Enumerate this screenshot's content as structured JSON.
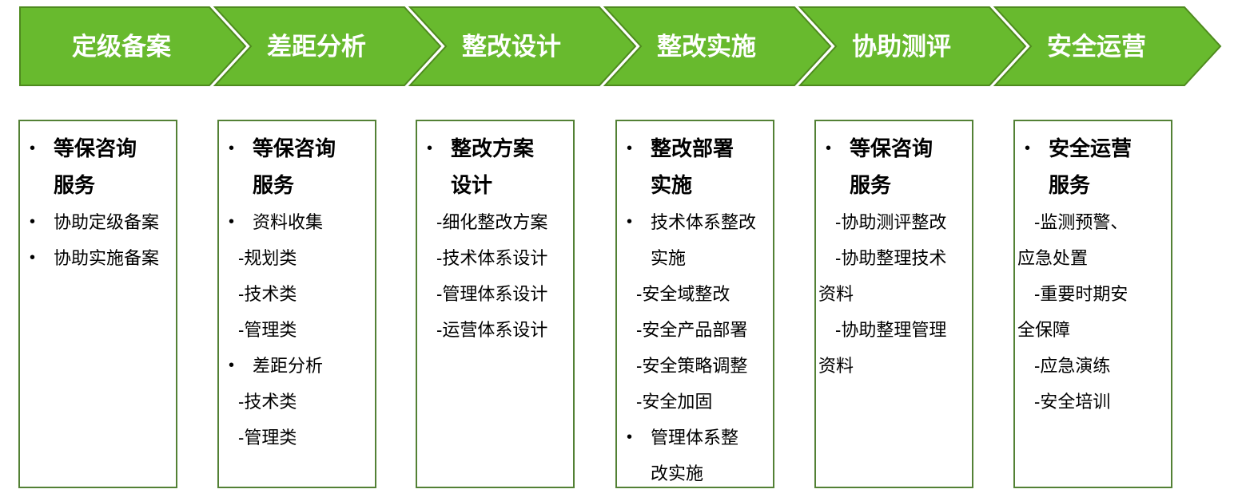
{
  "bullet_char": "•",
  "colors": {
    "chevron_fill": "#68BA2E",
    "chevron_stroke": "#4E8A1E",
    "chevron_text": "#FFFFFF",
    "box_border": "#538135",
    "body_text": "#000000"
  },
  "flow_steps": [
    {
      "label": "定级备案"
    },
    {
      "label": "差距分析"
    },
    {
      "label": "整改设计"
    },
    {
      "label": "整改实施"
    },
    {
      "label": "协助测评"
    },
    {
      "label": "安全运营"
    }
  ],
  "boxes": [
    {
      "lines": [
        {
          "t": "等保咨询",
          "s": "b1"
        },
        {
          "t": "服务",
          "s": "b2"
        },
        {
          "t": "协助定级备案",
          "s": "n1"
        },
        {
          "t": "协助实施备案",
          "s": "n1"
        }
      ]
    },
    {
      "lines": [
        {
          "t": "等保咨询",
          "s": "b1"
        },
        {
          "t": "服务",
          "s": "b2"
        },
        {
          "t": "资料收集",
          "s": "n1"
        },
        {
          "t": "-规划类",
          "s": "d"
        },
        {
          "t": "-技术类",
          "s": "d"
        },
        {
          "t": "-管理类",
          "s": "d"
        },
        {
          "t": "差距分析",
          "s": "n1"
        },
        {
          "t": "-技术类",
          "s": "d"
        },
        {
          "t": "-管理类",
          "s": "d"
        }
      ]
    },
    {
      "lines": [
        {
          "t": "整改方案",
          "s": "b1"
        },
        {
          "t": "设计",
          "s": "b2"
        },
        {
          "t": "-细化整改方案",
          "s": "d"
        },
        {
          "t": "-技术体系设计",
          "s": "d"
        },
        {
          "t": "-管理体系设计",
          "s": "d"
        },
        {
          "t": "-运营体系设计",
          "s": "d"
        }
      ]
    },
    {
      "lines": [
        {
          "t": "整改部署",
          "s": "b1"
        },
        {
          "t": "实施",
          "s": "b2"
        },
        {
          "t": "技术体系整改",
          "s": "n1"
        },
        {
          "t": "实施",
          "s": "n2"
        },
        {
          "t": "-安全域整改",
          "s": "d"
        },
        {
          "t": "-安全产品部署",
          "s": "d"
        },
        {
          "t": "-安全策略调整",
          "s": "d"
        },
        {
          "t": "-安全加固",
          "s": "d"
        },
        {
          "t": "管理体系整",
          "s": "n1"
        },
        {
          "t": "改实施",
          "s": "n2"
        }
      ]
    },
    {
      "lines": [
        {
          "t": "等保咨询",
          "s": "b1"
        },
        {
          "t": "服务",
          "s": "b2"
        },
        {
          "t": "-协助测评整改",
          "s": "d"
        },
        {
          "t": "-协助整理技术",
          "s": "d"
        },
        {
          "t": "资料",
          "s": "w"
        },
        {
          "t": "-协助整理管理",
          "s": "d"
        },
        {
          "t": "资料",
          "s": "w"
        }
      ]
    },
    {
      "lines": [
        {
          "t": "安全运营",
          "s": "b1"
        },
        {
          "t": "服务",
          "s": "b2"
        },
        {
          "t": "-监测预警、",
          "s": "d"
        },
        {
          "t": "应急处置",
          "s": "w"
        },
        {
          "t": "-重要时期安",
          "s": "d"
        },
        {
          "t": "全保障",
          "s": "w"
        },
        {
          "t": "-应急演练",
          "s": "d"
        },
        {
          "t": "-安全培训",
          "s": "d"
        }
      ]
    }
  ]
}
